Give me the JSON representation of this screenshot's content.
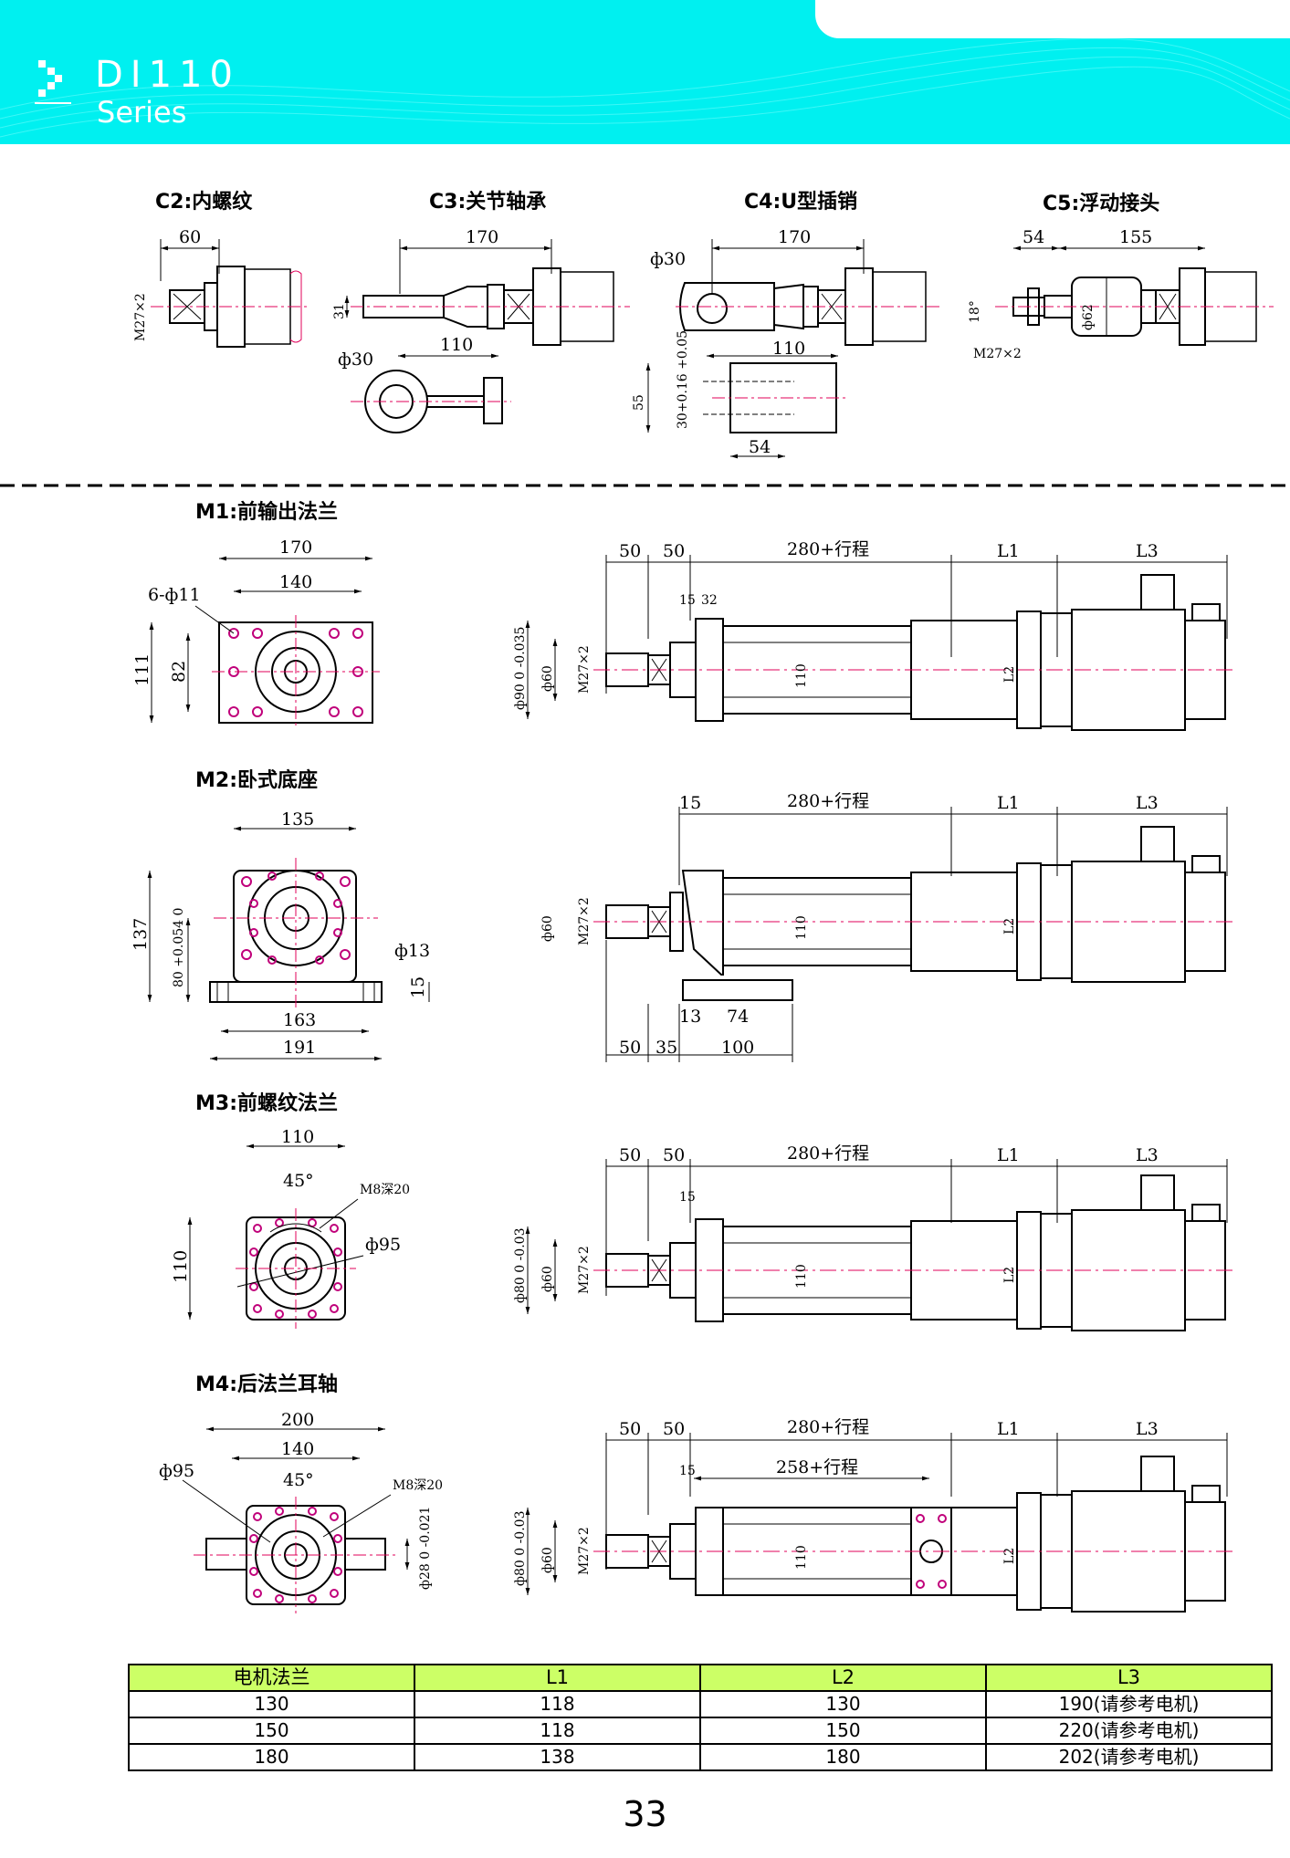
{
  "header": {
    "title": "DI110",
    "subtitle": "Series",
    "color": "#00f0f0"
  },
  "connectors": {
    "c2": {
      "label": "C2:内螺纹",
      "dims": [
        "60",
        "M27×2"
      ]
    },
    "c3": {
      "label": "C3:关节轴承",
      "dims": [
        "170",
        "31",
        "ф30",
        "110"
      ]
    },
    "c4": {
      "label": "C4:U型插销",
      "dims": [
        "ф30",
        "170",
        "110",
        "55",
        "30+0.16 +0.05",
        "54"
      ]
    },
    "c5": {
      "label": "C5:浮动接头",
      "dims": [
        "54",
        "155",
        "18°",
        "ф62",
        "M27×2"
      ]
    }
  },
  "mounts": {
    "m1": {
      "label": "M1:前输出法兰",
      "front_dims": [
        "170",
        "140",
        "6-ф11",
        "111",
        "82"
      ],
      "side_dims": [
        "50",
        "50",
        "280+行程",
        "L1",
        "L3",
        "15",
        "32",
        "ф90 0 -0.035",
        "ф60",
        "M27×2",
        "110",
        "L2"
      ]
    },
    "m2": {
      "label": "M2:卧式底座",
      "front_dims": [
        "135",
        "137",
        "80 +0.054 0",
        "ф13",
        "15",
        "163",
        "191"
      ],
      "side_dims": [
        "15",
        "280+行程",
        "L1",
        "L3",
        "ф60",
        "M27×2",
        "110",
        "L2",
        "13",
        "74",
        "50",
        "35",
        "100"
      ]
    },
    "m3": {
      "label": "M3:前螺纹法兰",
      "front_dims": [
        "110",
        "45°",
        "M8深20",
        "ф95",
        "110"
      ],
      "side_dims": [
        "50",
        "50",
        "280+行程",
        "L1",
        "L3",
        "15",
        "ф80 0 -0.03",
        "ф60",
        "M27×2",
        "110",
        "L2"
      ]
    },
    "m4": {
      "label": "M4:后法兰耳轴",
      "front_dims": [
        "200",
        "140",
        "ф95",
        "45°",
        "M8深20",
        "ф28 0 -0.021"
      ],
      "side_dims": [
        "50",
        "50",
        "280+行程",
        "L1",
        "L3",
        "15",
        "258+行程",
        "ф80 0 -0.03",
        "ф60",
        "M27×2",
        "110",
        "L2"
      ]
    }
  },
  "table": {
    "headers": [
      "电机法兰",
      "L1",
      "L2",
      "L3"
    ],
    "rows": [
      [
        "130",
        "118",
        "130",
        "190(请参考电机)"
      ],
      [
        "150",
        "118",
        "150",
        "220(请参考电机)"
      ],
      [
        "180",
        "138",
        "180",
        "202(请参考电机)"
      ]
    ],
    "header_color": "#ccff66"
  },
  "page_number": "33",
  "colors": {
    "centerline": "#e0005a",
    "holes": "#c0007a"
  }
}
